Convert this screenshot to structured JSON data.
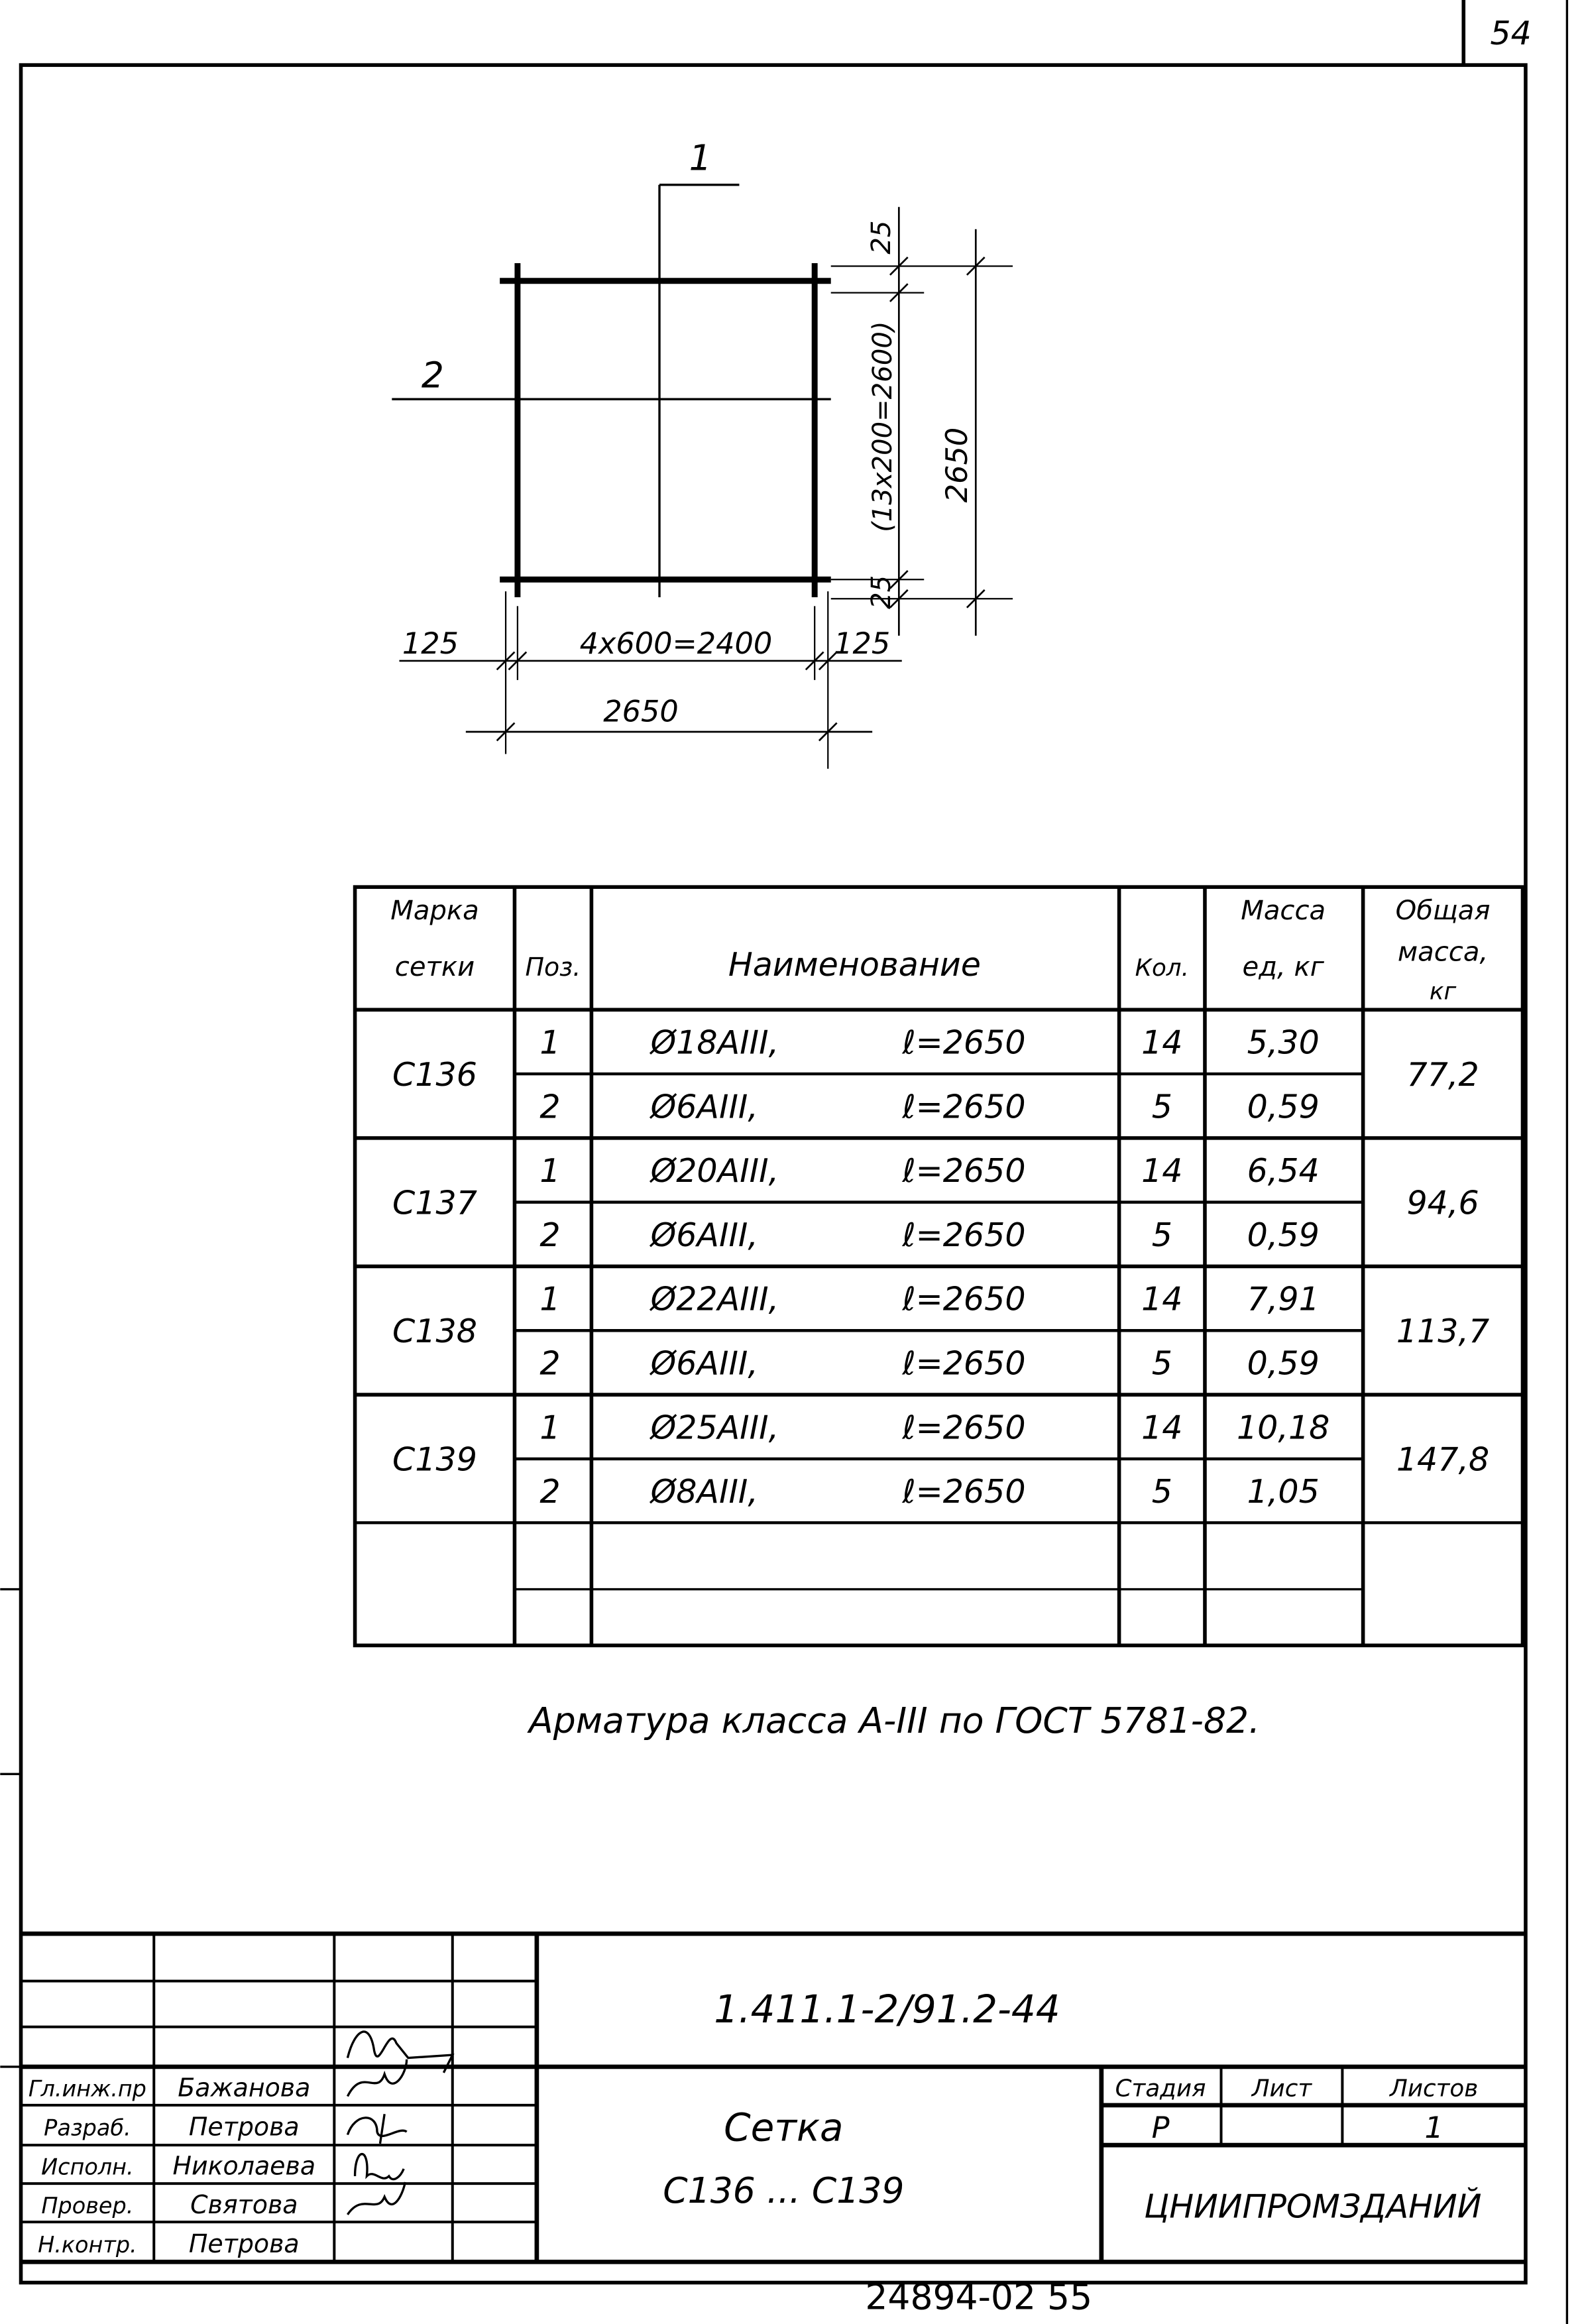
{
  "sheet_number": "54",
  "drawing": {
    "section_1": "1",
    "section_2": "2",
    "dim_top_25": "25",
    "dim_spacing_vertical": "(13x200=2600)",
    "dim_total_vertical": "2650",
    "dim_bottom_25": "25",
    "dim_left_125": "125",
    "dim_spacing_horizontal": "4x600=2400",
    "dim_right_125": "125",
    "dim_total_horizontal": "2650"
  },
  "table": {
    "headers": {
      "mark_1": "Марка",
      "mark_2": "сетки",
      "pos": "Поз.",
      "name": "Наименование",
      "qty": "Кол.",
      "unit_mass_1": "Масса",
      "unit_mass_2": "ед, кг",
      "total_mass_1": "Общая",
      "total_mass_2": "масса,",
      "total_mass_3": "кг"
    },
    "groups": [
      {
        "mark": "С136",
        "total": "77,2",
        "rows": [
          {
            "pos": "1",
            "bar": "Ø18АIII,",
            "length": "ℓ=2650",
            "qty": "14",
            "mass": "5,30"
          },
          {
            "pos": "2",
            "bar": "Ø6АIII,",
            "length": "ℓ=2650",
            "qty": "5",
            "mass": "0,59"
          }
        ]
      },
      {
        "mark": "С137",
        "total": "94,6",
        "rows": [
          {
            "pos": "1",
            "bar": "Ø20АIII,",
            "length": "ℓ=2650",
            "qty": "14",
            "mass": "6,54"
          },
          {
            "pos": "2",
            "bar": "Ø6АIII,",
            "length": "ℓ=2650",
            "qty": "5",
            "mass": "0,59"
          }
        ]
      },
      {
        "mark": "С138",
        "total": "113,7",
        "rows": [
          {
            "pos": "1",
            "bar": "Ø22АIII,",
            "length": "ℓ=2650",
            "qty": "14",
            "mass": "7,91"
          },
          {
            "pos": "2",
            "bar": "Ø6АIII,",
            "length": "ℓ=2650",
            "qty": "5",
            "mass": "0,59"
          }
        ]
      },
      {
        "mark": "С139",
        "total": "147,8",
        "rows": [
          {
            "pos": "1",
            "bar": "Ø25АIII,",
            "length": "ℓ=2650",
            "qty": "14",
            "mass": "10,18"
          },
          {
            "pos": "2",
            "bar": "Ø8АIII,",
            "length": "ℓ=2650",
            "qty": "5",
            "mass": "1,05"
          }
        ]
      }
    ]
  },
  "note": "Арматура класса А-III по ГОСТ 5781-82.",
  "title_block": {
    "document_code": "1.411.1-2/91.2-44",
    "staff": [
      {
        "role": "Гл.инж.пр",
        "name": "Бажанова"
      },
      {
        "role": "Разраб.",
        "name": "Петрова"
      },
      {
        "role": "Исполн.",
        "name": "Николаева"
      },
      {
        "role": "Провер.",
        "name": "Святова"
      },
      {
        "role": "Н.контр.",
        "name": "Петрова"
      }
    ],
    "title": "Сетка",
    "subtitle": "С136 ... С139",
    "stage_label": "Стадия",
    "sheet_label": "Лист",
    "sheets_label": "Листов",
    "stage_value": "Р",
    "sheet_value": "",
    "sheets_value": "1",
    "organization": "ЦНИИПРОМЗДАНИЙ"
  },
  "footer_number": "24894-02   55"
}
